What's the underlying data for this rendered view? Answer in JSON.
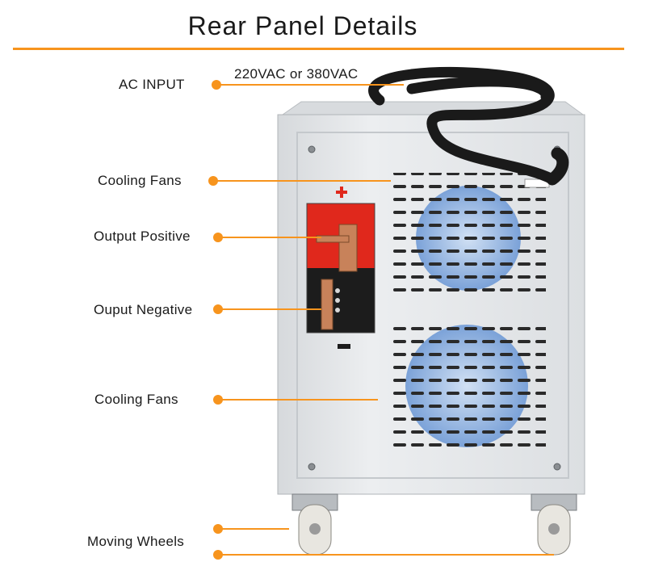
{
  "title": "Rear Panel Details",
  "ac_spec": "220VAC or 380VAC",
  "callouts": [
    {
      "id": "ac-input",
      "label": "AC INPUT"
    },
    {
      "id": "cooling-fans-top",
      "label": "Cooling Fans"
    },
    {
      "id": "output-positive",
      "label": "Output Positive"
    },
    {
      "id": "output-negative",
      "label": "Ouput Negative"
    },
    {
      "id": "cooling-fans-bottom",
      "label": "Cooling Fans"
    },
    {
      "id": "moving-wheels",
      "label": "Moving Wheels"
    }
  ],
  "colors": {
    "accent": "#f7941d",
    "cabinet": "#e6e8ea",
    "terminal_red": "#e0281c",
    "terminal_black": "#1c1c1c",
    "copper": "#c8825a",
    "fan_blue": "#5d8fd0"
  }
}
